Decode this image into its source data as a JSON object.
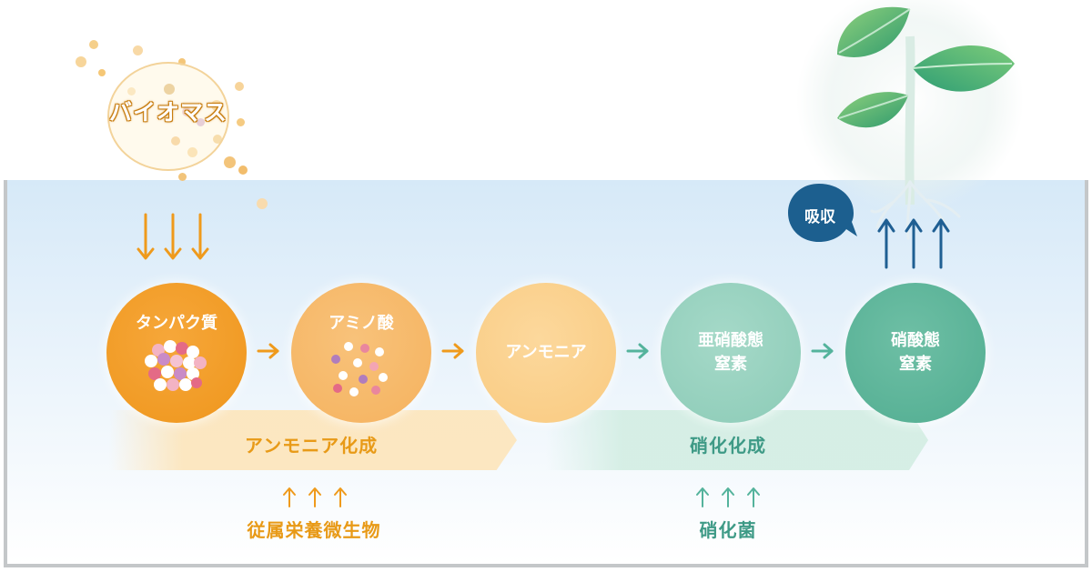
{
  "biomass": {
    "label": "バイオマス"
  },
  "nodes": [
    {
      "label": "タンパク質"
    },
    {
      "label": "アミノ酸"
    },
    {
      "label": "アンモニア"
    },
    {
      "label_line1": "亜硝酸態",
      "label_line2": "窒素"
    },
    {
      "label_line1": "硝酸態",
      "label_line2": "窒素"
    }
  ],
  "processes": {
    "ammonification": {
      "label": "アンモニア化成",
      "agent": "従属栄養微生物"
    },
    "nitrification": {
      "label": "硝化化成",
      "agent": "硝化菌"
    }
  },
  "absorption": {
    "label": "吸収"
  },
  "colors": {
    "orange_text": "#e89a17",
    "green_text": "#3e9a86",
    "absorb_bubble": "#1c5f8f",
    "blue_arrow": "#1f5f93"
  }
}
